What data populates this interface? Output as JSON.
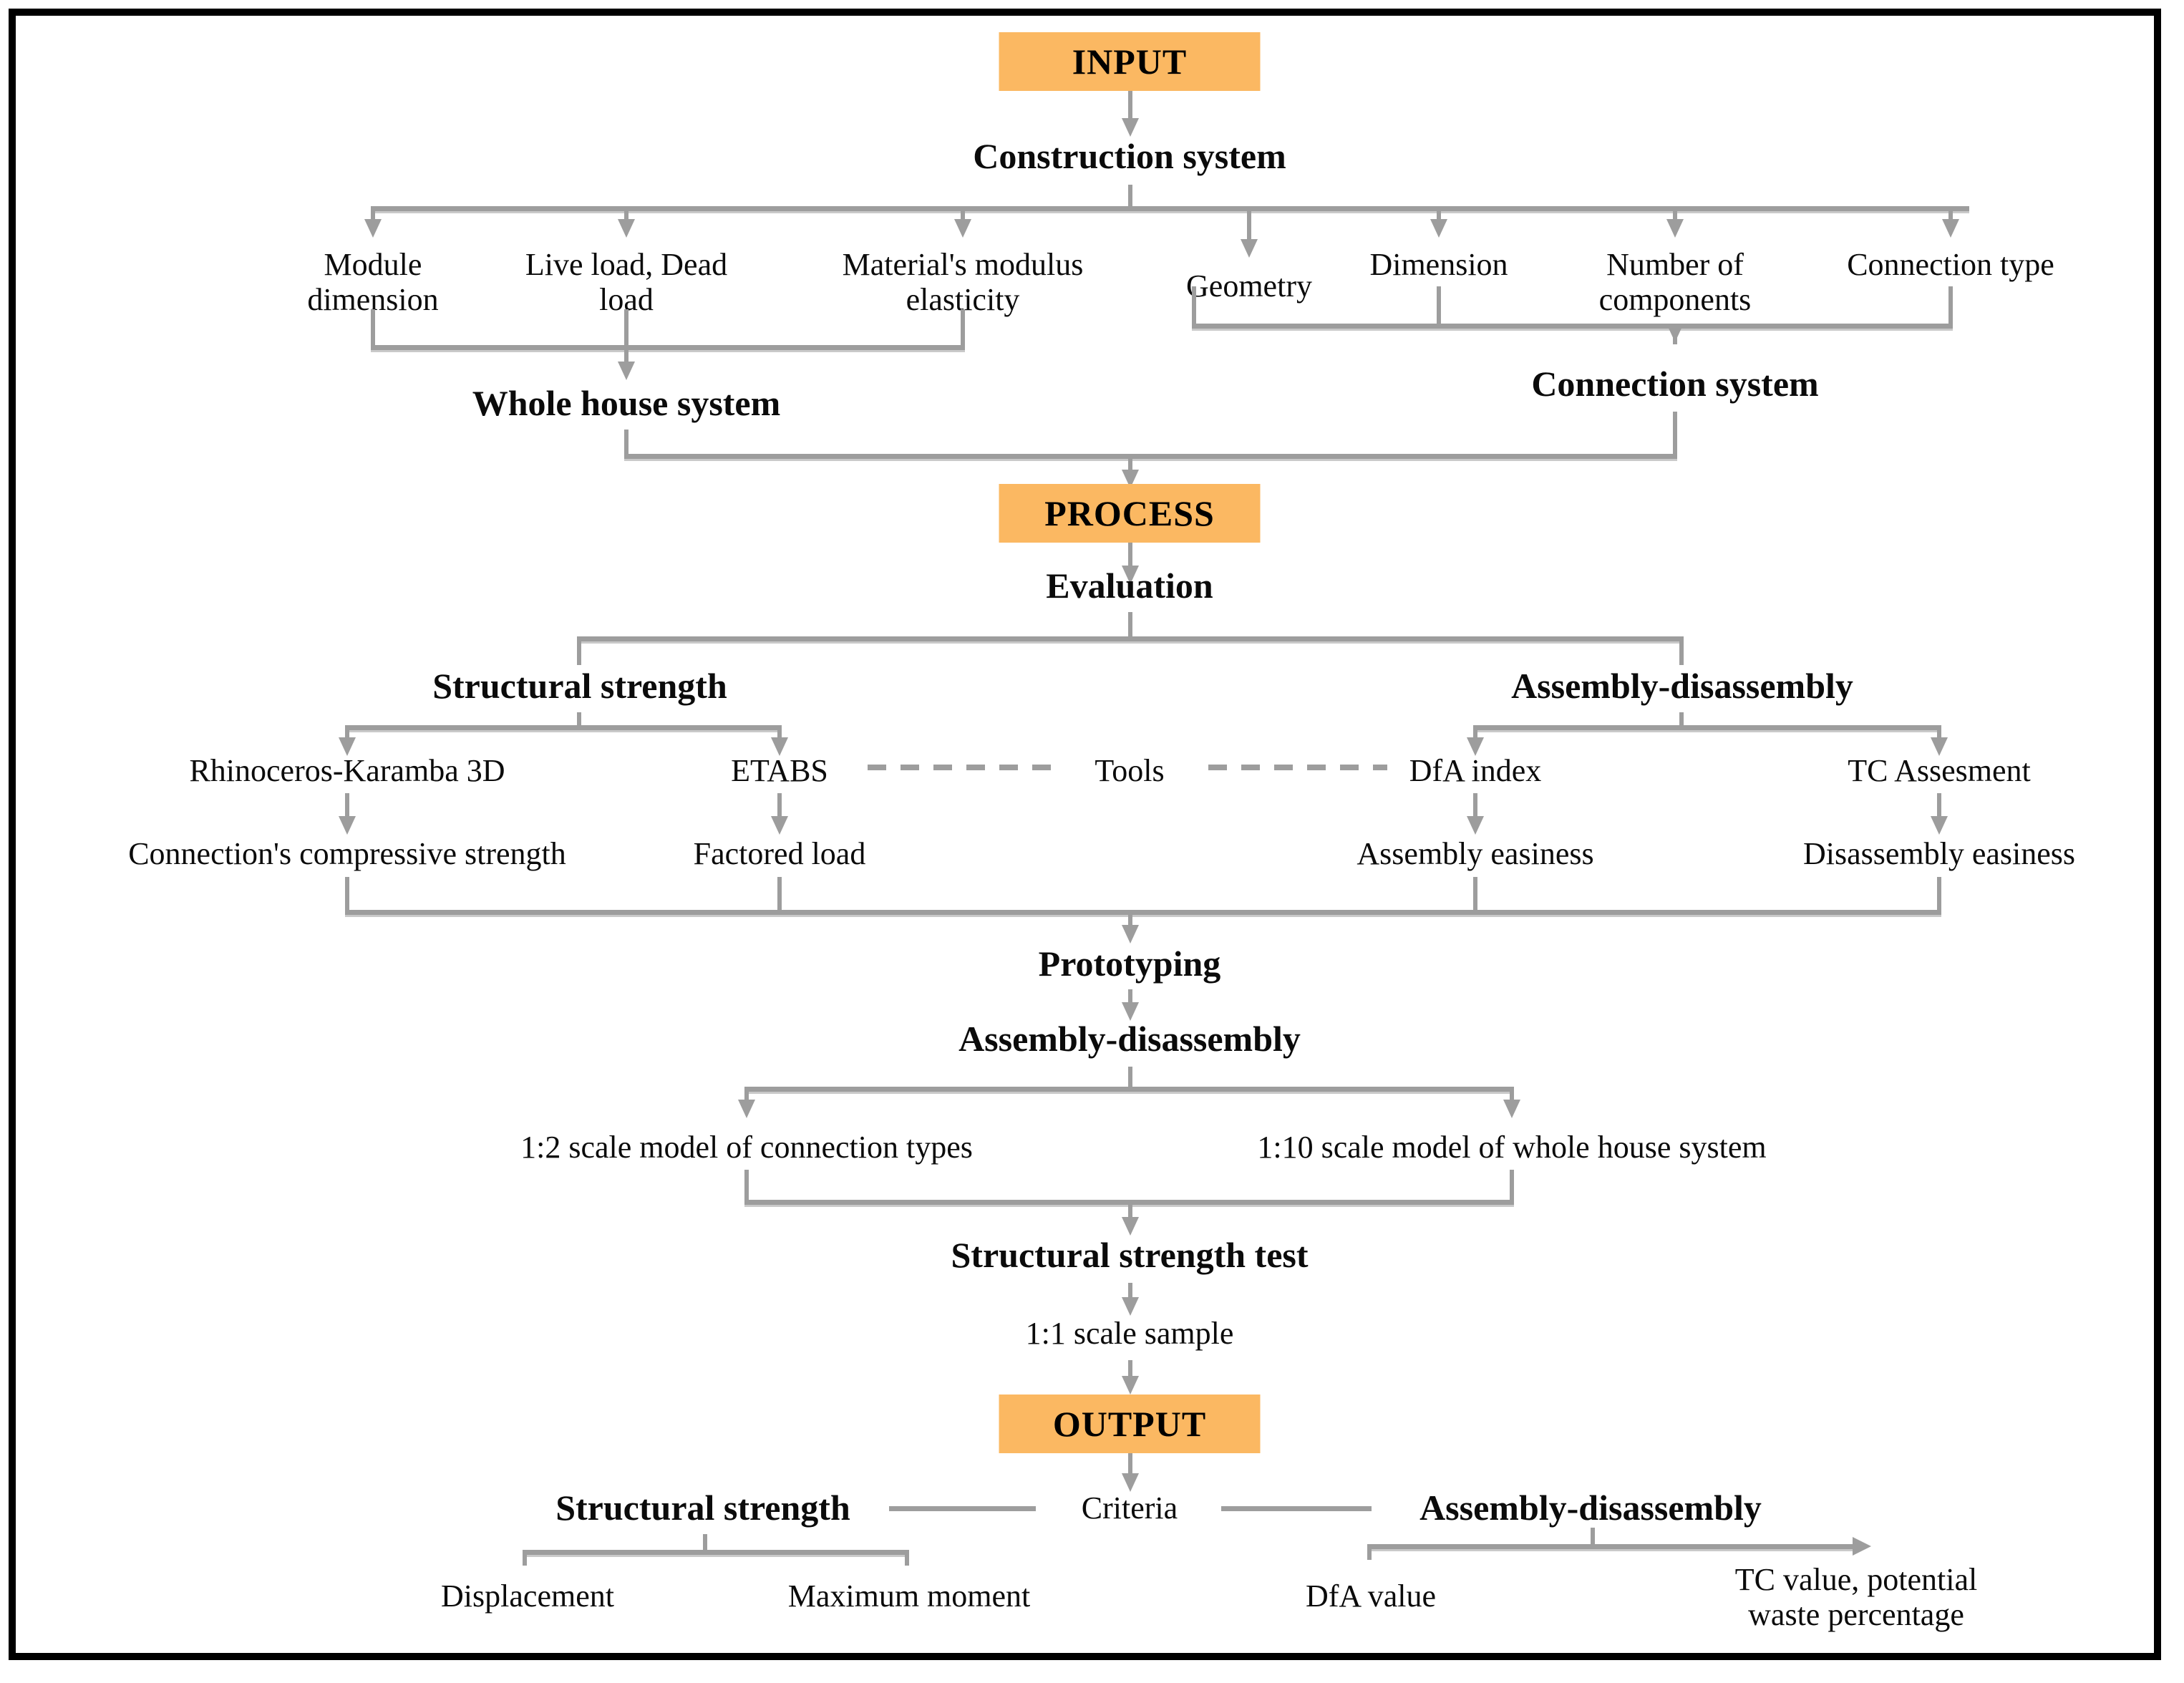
{
  "diagram": {
    "title": "Research methodology flowchart",
    "accent_color": "#fbb862",
    "line_color": "#9d9d9d",
    "border_color": "#000000"
  },
  "stages": {
    "input": "INPUT",
    "process": "PROCESS",
    "output": "OUTPUT"
  },
  "input_section": {
    "heading": "Construction system",
    "left_items": [
      "Module\ndimension",
      "Live load, Dead\nload",
      "Material's modulus\nelasticity"
    ],
    "right_items": [
      "Geometry",
      "Dimension",
      "Number of\ncomponents",
      "Connection type"
    ],
    "left_result": "Whole house system",
    "right_result": "Connection system"
  },
  "process_section": {
    "heading": "Evaluation",
    "branch_left": "Structural strength",
    "branch_right": "Assembly-disassembly",
    "tools_label": "Tools",
    "tools": [
      "Rhinoceros-Karamba 3D",
      "ETABS",
      "DfA index",
      "TC Assesment"
    ],
    "tool_outputs": [
      "Connection's compressive strength",
      "Factored load",
      "Assembly easiness",
      "Disassembly easiness"
    ],
    "prototyping_heading": "Prototyping",
    "prototyping_sub": "Assembly-disassembly",
    "models": [
      "1:2 scale model of connection types",
      "1:10 scale model of whole house system"
    ],
    "test_heading": "Structural strength test",
    "test_sample": "1:1 scale sample"
  },
  "output_section": {
    "criteria_label": "Criteria",
    "branch_left": "Structural strength",
    "branch_right": "Assembly-disassembly",
    "left_results": [
      "Displacement",
      "Maximum moment"
    ],
    "right_results": [
      "DfA value",
      "TC value, potential\nwaste percentage"
    ]
  }
}
